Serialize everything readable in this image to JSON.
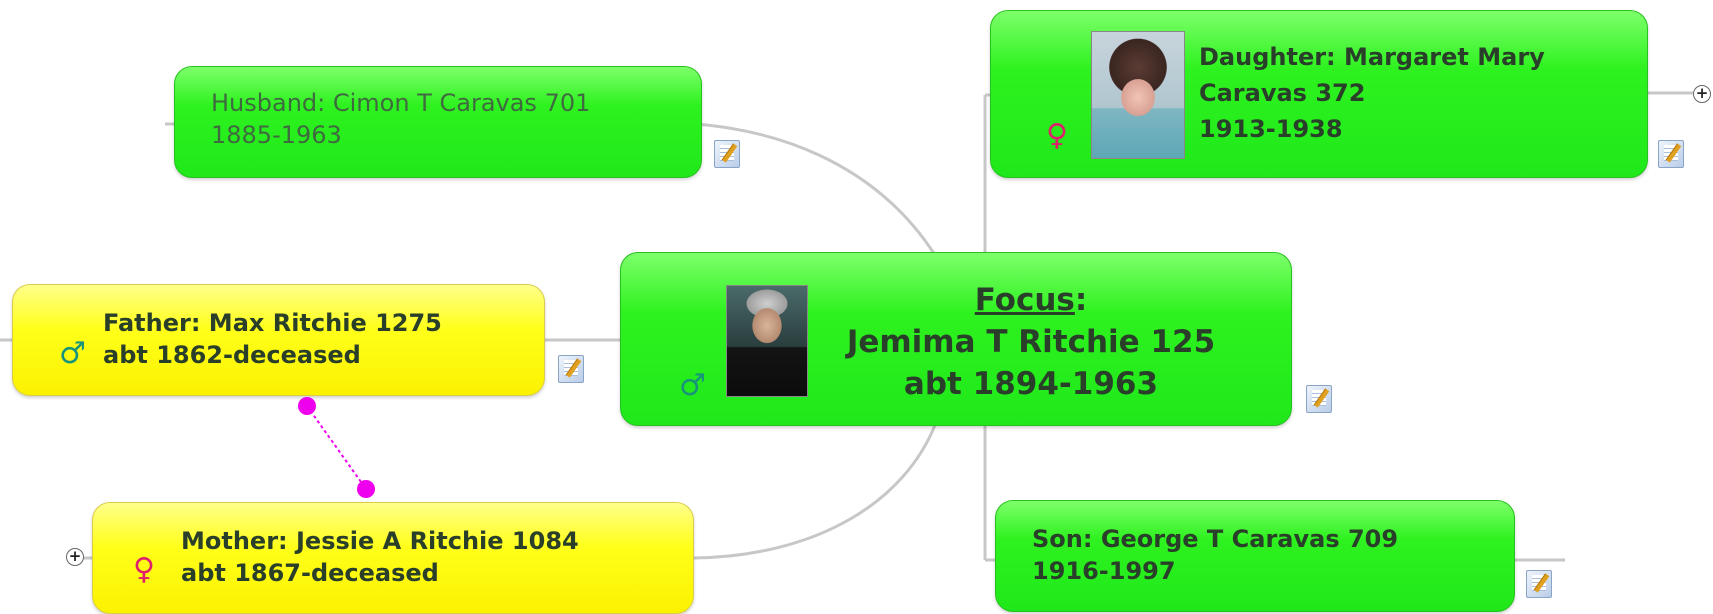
{
  "focus": {
    "label": "Focus",
    "colon": ":",
    "name": "Jemima T Ritchie 125",
    "dates": "abt 1894-1963",
    "gender": "male-symbol"
  },
  "husband": {
    "line1": "Husband: Cimon T Caravas 701",
    "line2": "1885-1963"
  },
  "father": {
    "line1": "Father: Max Ritchie 1275",
    "line2": "abt 1862-deceased",
    "gender": "male-symbol"
  },
  "mother": {
    "line1": "Mother: Jessie A Ritchie 1084",
    "line2": "abt 1867-deceased",
    "gender": "female-symbol"
  },
  "daughter": {
    "line1": "Daughter: Margaret Mary",
    "line2": "Caravas 372",
    "line3": "1913-1938",
    "gender": "female-symbol"
  },
  "son": {
    "line1": "Son:  George T Caravas 709",
    "line2": "1916-1997"
  },
  "symbols": {
    "male": "♂",
    "female": "♀",
    "plus": "+"
  },
  "colors": {
    "green_node": "#2ef21f",
    "yellow_node": "#ffff1a",
    "link_dot": "#ee00ee",
    "male": "#17947a",
    "female": "#e01f6c"
  }
}
